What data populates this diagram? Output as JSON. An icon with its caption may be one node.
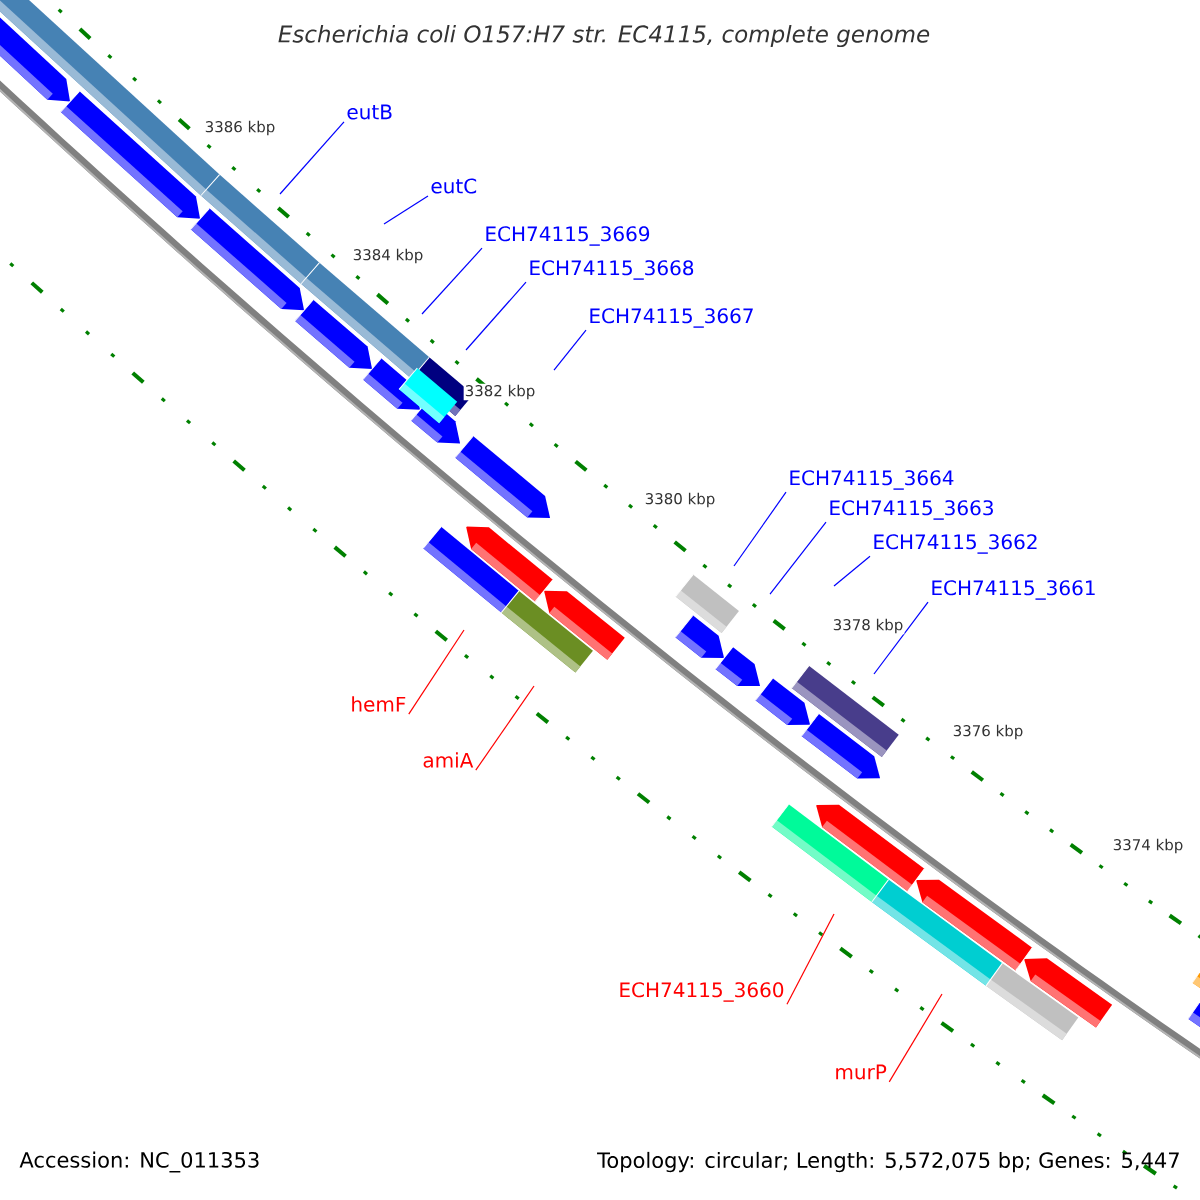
{
  "diagram": {
    "title": "Escherichia coli O157:H7 str. EC4115, complete genome",
    "nodes": [
      {
        "text": [
          "eutB"
        ]
      },
      {
        "text": [
          "eutC"
        ]
      },
      {
        "text": [
          "ECH74115_3669"
        ]
      },
      {
        "text": [
          "ECH74115_3668"
        ]
      },
      {
        "text": [
          "ECH74115_3667"
        ]
      },
      {
        "text": [
          "ECH74115_3664"
        ]
      },
      {
        "text": [
          "ECH74115_3663"
        ]
      },
      {
        "text": [
          "ECH74115_3662"
        ]
      },
      {
        "text": [
          "ECH74115_3661"
        ]
      },
      {
        "text": [
          "hemF"
        ]
      },
      {
        "text": [
          "amiA"
        ]
      },
      {
        "text": [
          "ECH74115_3660"
        ]
      },
      {
        "text": [
          "murP"
        ]
      }
    ],
    "edges": [
      {
        "from": 0,
        "to": null,
        "arrow": "none"
      },
      {
        "from": 1,
        "to": null,
        "arrow": "none"
      },
      {
        "from": 2,
        "to": null,
        "arrow": "none"
      },
      {
        "from": 3,
        "to": null,
        "arrow": "none"
      },
      {
        "from": 4,
        "to": null,
        "arrow": "none"
      },
      {
        "from": 5,
        "to": null,
        "arrow": "none"
      },
      {
        "from": 6,
        "to": null,
        "arrow": "none"
      },
      {
        "from": 7,
        "to": null,
        "arrow": "none"
      },
      {
        "from": 8,
        "to": null,
        "arrow": "none"
      },
      {
        "from": 9,
        "to": null,
        "arrow": "none",
        "color": "#ff0000"
      },
      {
        "from": 10,
        "to": null,
        "arrow": "none",
        "color": "#ff0000"
      },
      {
        "from": 11,
        "to": null,
        "arrow": "none",
        "color": "#ff0000"
      },
      {
        "from": 12,
        "to": null,
        "arrow": "none",
        "color": "#ff0000"
      }
    ],
    "labels": [
      "3386 kbp",
      "3384 kbp",
      "3382 kbp",
      "3380 kbp",
      "3378 kbp",
      "3376 kbp",
      "3374 kbp",
      "Accession: NC_011353",
      "Topology: circular; Length: 5,572,075 bp; Genes: 5,447"
    ]
  }
}
